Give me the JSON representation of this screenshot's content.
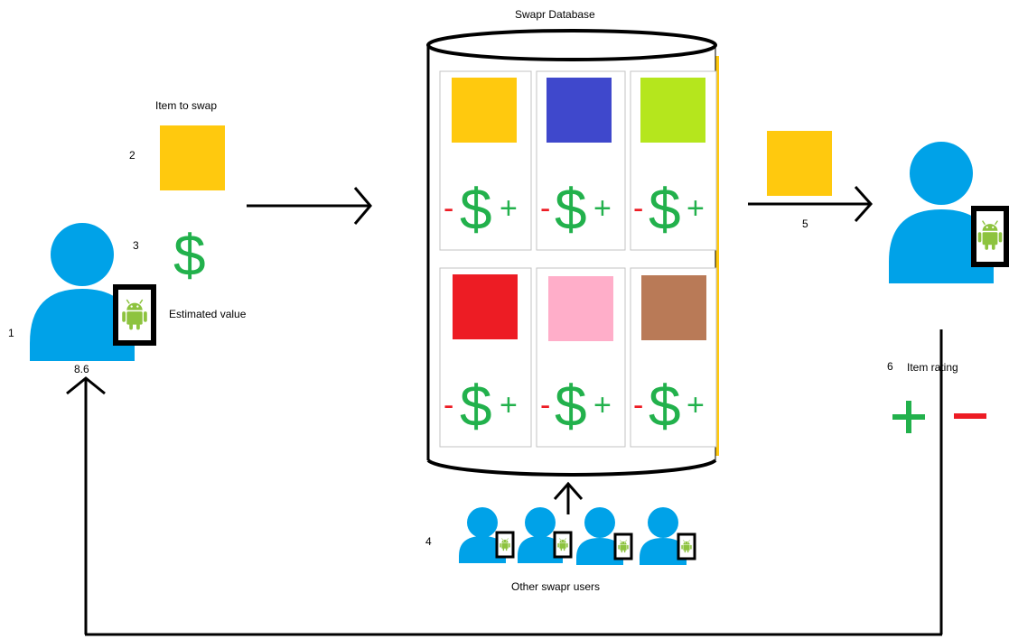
{
  "diagram": {
    "database_label": "Swapr Database",
    "item_to_swap_label": "Item to swap",
    "estimated_value_label": "Estimated value",
    "other_users_label": "Other swapr users",
    "item_rating_label": "Item rating",
    "user_score": "8.6",
    "steps": [
      "1",
      "2",
      "3",
      "4",
      "5",
      "6"
    ],
    "currency_symbol": "$",
    "plus_symbol": "+",
    "minus_symbol": "-",
    "colors": {
      "person": "#00a2e8",
      "dollar": "#22b14c",
      "minus": "#ed1c24",
      "android": "#8dc33f",
      "swap_item": "#ffc90e"
    },
    "database_items": [
      {
        "color": "#ffc90e"
      },
      {
        "color": "#3f48cc"
      },
      {
        "color": "#b5e61d"
      },
      {
        "color": "#ed1c24"
      },
      {
        "color": "#ffaec9"
      },
      {
        "color": "#b97a57"
      }
    ]
  }
}
